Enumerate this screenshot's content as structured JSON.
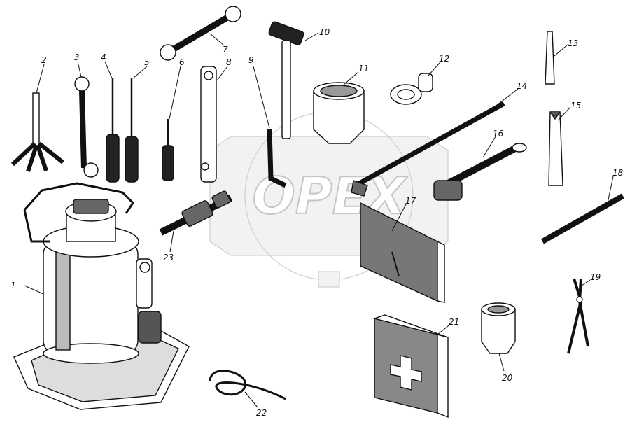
{
  "watermark": {
    "text": "OPEX"
  },
  "callouts": [
    "1",
    "2",
    "3",
    "4",
    "5",
    "6",
    "7",
    "8",
    "9",
    "10",
    "11",
    "12",
    "13",
    "14",
    "15",
    "16",
    "17",
    "18",
    "19",
    "20",
    "21",
    "22",
    "23"
  ]
}
